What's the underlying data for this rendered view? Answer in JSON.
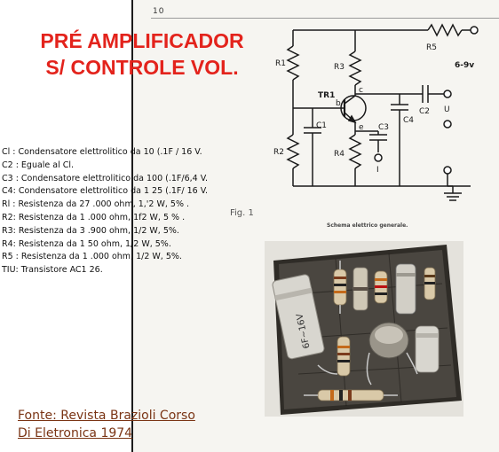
{
  "title": {
    "line1": "PRÉ AMPLIFICADOR",
    "line2": "S/ CONTROLE VOL."
  },
  "parts_list": [
    "Cl : Condensatore elettrolitico da 10 (.1F / 16 V.",
    "C2 : Eguale al Cl.",
    "C3 : Condensatore elettrolitico da 100 (.1F/6,4 V.",
    "C4: Condensatore elettrolitico da 1 25 (.1F/ 16 V.",
    "Rl : Resistenza da 27 .000 ohm, 1,'2 W, 5% .",
    "R2: Resistenza da 1 .000 ohm, 1f2 W, 5 % .",
    "R3: Resistenza da 3 .900 ohm, 1/2 W, 5%.",
    "R4: Resistenza da 1 50 ohm, 1/2 W, 5%.",
    "R5 : Resistenza da 1 .000 ohm, 1/2 W, 5%.",
    "TIU: Transistore AC1 26."
  ],
  "page_number": "10",
  "figure_label": "Fig. 1",
  "schematic_caption": "Schema elettrico generale.",
  "schematic_labels": {
    "r1": "R1",
    "r2": "R2",
    "r3": "R3",
    "r4": "R4",
    "r5": "R5",
    "c1": "C1",
    "c2": "C2",
    "c3": "C3",
    "c4": "C4",
    "tr1": "TR1",
    "b": "b",
    "c": "c",
    "e": "e",
    "i": "I",
    "u": "U",
    "supply": "6-9v"
  },
  "photo_labels": {
    "cap_marking": "6F~16V"
  },
  "source": {
    "line1": "Fonte: Revista Brazioli Corso",
    "line2": "Di Eletronica 1974"
  },
  "colors": {
    "title": "#e3231c",
    "source": "#7a3414",
    "ink": "#111111"
  }
}
